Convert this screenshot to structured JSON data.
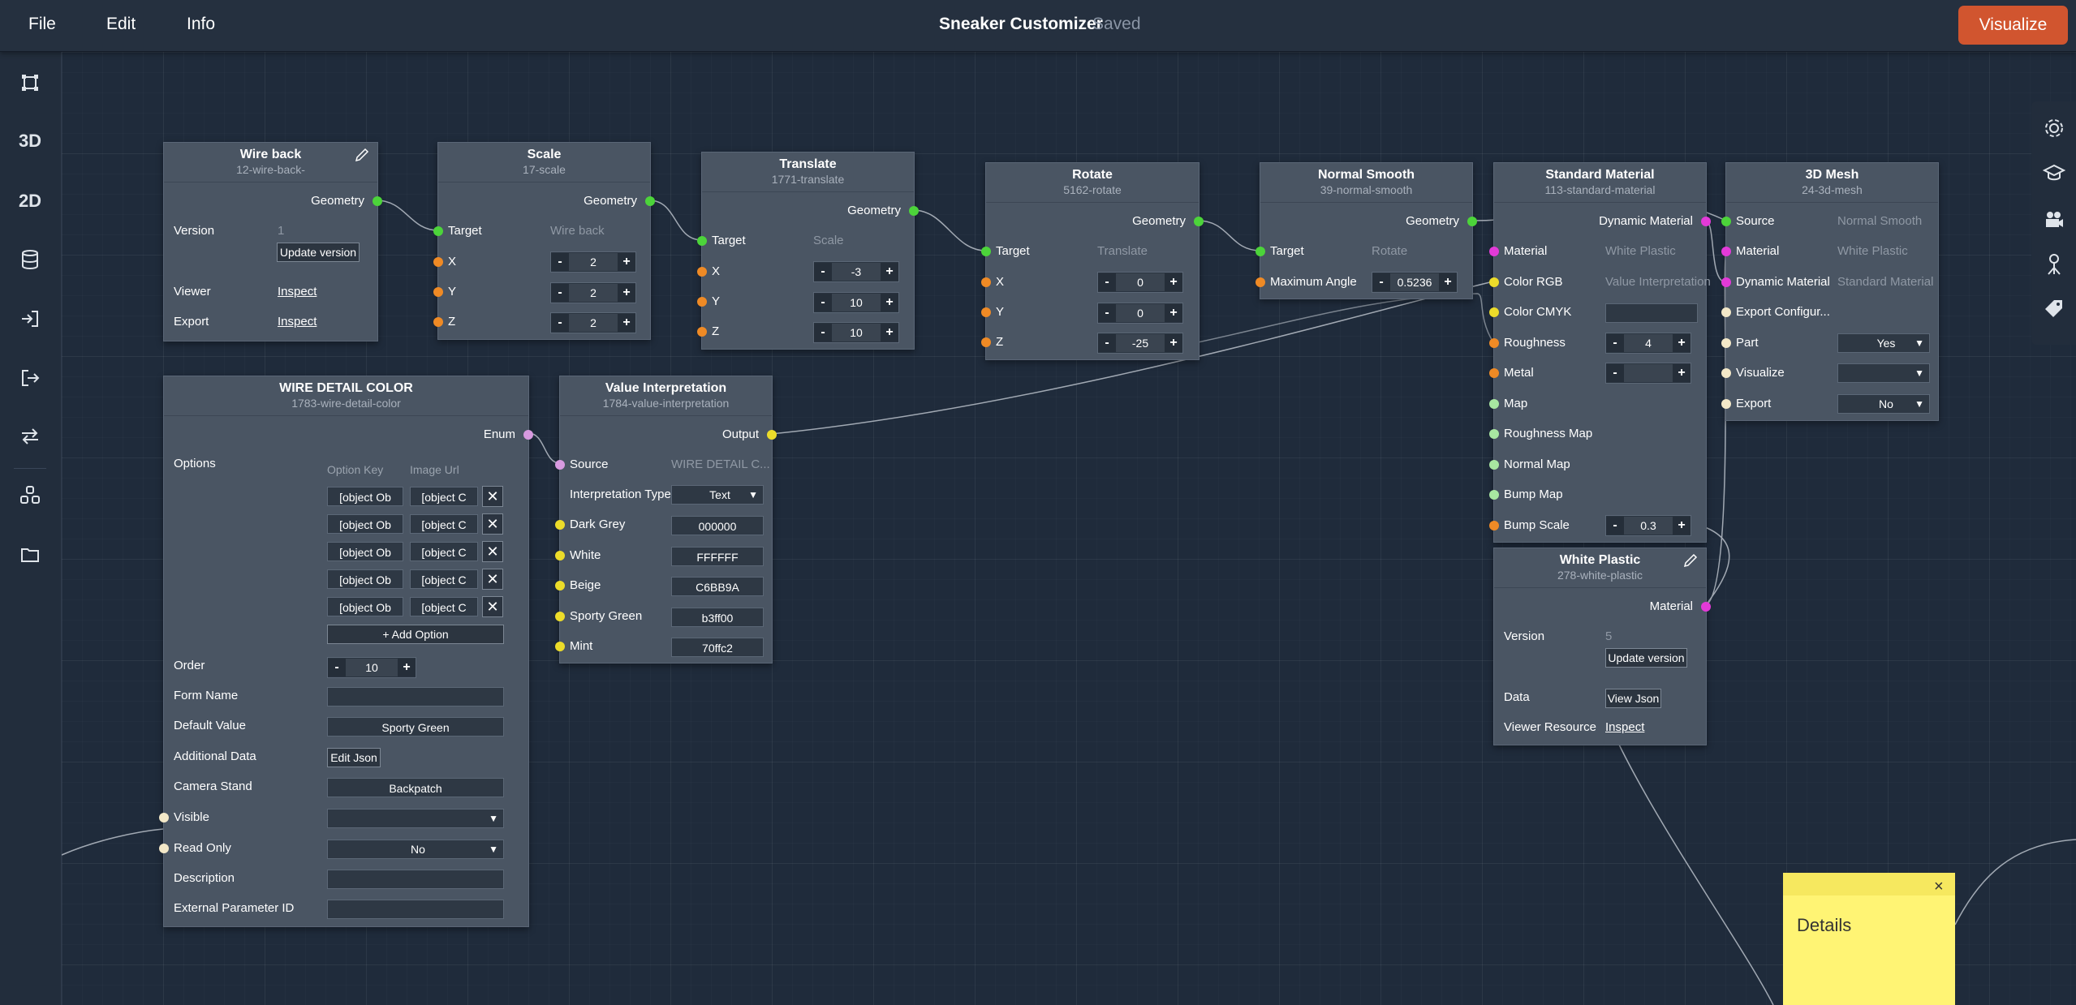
{
  "menu": {
    "file": "File",
    "edit": "Edit",
    "info": "Info"
  },
  "doc": {
    "title": "Sneaker Customizer",
    "status": "Saved"
  },
  "visualize_label": "Visualize",
  "leftbar": {
    "three_d": "3D",
    "two_d": "2D"
  },
  "nodes": {
    "wire_back": {
      "title": "Wire back",
      "sub": "12-wire-back-",
      "out": "Geometry",
      "version_label": "Version",
      "version_value": "1",
      "update_btn": "Update version",
      "viewer_label": "Viewer",
      "viewer_link": "Inspect",
      "export_label": "Export",
      "export_link": "Inspect"
    },
    "scale": {
      "title": "Scale",
      "sub": "17-scale",
      "out": "Geometry",
      "target": "Target",
      "target_val": "Wire back",
      "x": "X",
      "y": "Y",
      "z": "Z",
      "xv": "2",
      "yv": "2",
      "zv": "2"
    },
    "translate": {
      "title": "Translate",
      "sub": "1771-translate",
      "out": "Geometry",
      "target": "Target",
      "target_val": "Scale",
      "x": "X",
      "y": "Y",
      "z": "Z",
      "xv": "-3",
      "yv": "10",
      "zv": "10"
    },
    "rotate": {
      "title": "Rotate",
      "sub": "5162-rotate",
      "out": "Geometry",
      "target": "Target",
      "target_val": "Translate",
      "x": "X",
      "y": "Y",
      "z": "Z",
      "xv": "0",
      "yv": "0",
      "zv": "-25"
    },
    "normal_smooth": {
      "title": "Normal Smooth",
      "sub": "39-normal-smooth",
      "out": "Geometry",
      "target": "Target",
      "target_val": "Rotate",
      "angle": "Maximum Angle",
      "angle_v": "0.5236"
    },
    "standard_material": {
      "title": "Standard Material",
      "sub": "113-standard-material",
      "out": "Dynamic Material",
      "material": "Material",
      "material_val": "White Plastic",
      "color_rgb": "Color RGB",
      "color_rgb_val": "Value Interpretation",
      "color_cmyk": "Color CMYK",
      "roughness": "Roughness",
      "roughness_v": "4",
      "metal": "Metal",
      "metal_v": "",
      "map": "Map",
      "roughness_map": "Roughness Map",
      "normal_map": "Normal Map",
      "bump_map": "Bump Map",
      "bump_scale": "Bump Scale",
      "bump_scale_v": "0.3"
    },
    "mesh": {
      "title": "3D Mesh",
      "sub": "24-3d-mesh",
      "source": "Source",
      "source_val": "Normal Smooth",
      "material": "Material",
      "material_val": "White Plastic",
      "dyn": "Dynamic Material",
      "dyn_val": "Standard Material",
      "export_conf": "Export Configur...",
      "part": "Part",
      "part_val": "Yes",
      "visualize": "Visualize",
      "visualize_val": "",
      "export": "Export",
      "export_val": "No"
    },
    "wire_color": {
      "title": "WIRE DETAIL COLOR",
      "sub": "1783-wire-detail-color",
      "out": "Enum",
      "options": "Options",
      "col_key": "Option Key",
      "col_img": "Image Url",
      "rows": [
        {
          "k": "[object Ob",
          "v": "[object C"
        },
        {
          "k": "[object Ob",
          "v": "[object C"
        },
        {
          "k": "[object Ob",
          "v": "[object C"
        },
        {
          "k": "[object Ob",
          "v": "[object C"
        },
        {
          "k": "[object Ob",
          "v": "[object C"
        }
      ],
      "add_option": "+ Add Option",
      "order": "Order",
      "order_v": "10",
      "form_name": "Form Name",
      "form_name_v": "",
      "default_value": "Default Value",
      "default_value_v": "Sporty Green",
      "additional_data": "Additional Data",
      "edit_json": "Edit Json",
      "camera_stand": "Camera Stand",
      "camera_stand_v": "Backpatch",
      "visible": "Visible",
      "visible_v": "",
      "read_only": "Read Only",
      "read_only_v": "No",
      "description": "Description",
      "description_v": "",
      "external_id": "External Parameter ID",
      "external_id_v": ""
    },
    "value_interp": {
      "title": "Value Interpretation",
      "sub": "1784-value-interpretation",
      "out": "Output",
      "source": "Source",
      "source_val": "WIRE DETAIL C...",
      "interp_type": "Interpretation Type",
      "interp_type_v": "Text",
      "colors": [
        {
          "name": "Dark Grey",
          "v": "000000"
        },
        {
          "name": "White",
          "v": "FFFFFF"
        },
        {
          "name": "Beige",
          "v": "C6BB9A"
        },
        {
          "name": "Sporty Green",
          "v": "b3ff00"
        },
        {
          "name": "Mint",
          "v": "70ffc2"
        }
      ]
    },
    "white_plastic": {
      "title": "White Plastic",
      "sub": "278-white-plastic",
      "out": "Material",
      "version_label": "Version",
      "version_value": "5",
      "update_btn": "Update version",
      "data_label": "Data",
      "view_json": "View Json",
      "viewer_label": "Viewer Resource",
      "viewer_link": "Inspect"
    }
  },
  "sticky": {
    "text": "Details",
    "close": "×"
  }
}
